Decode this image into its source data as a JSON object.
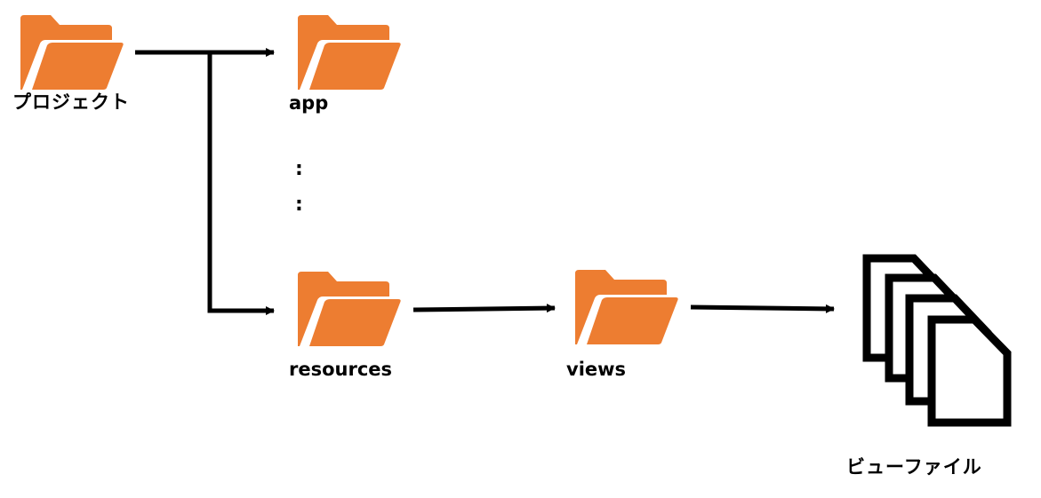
{
  "colors": {
    "folder": "#ED7D31",
    "line": "#000000",
    "background": "#FFFFFF"
  },
  "nodes": {
    "project": {
      "label": "プロジェクト",
      "icon": "folder-icon"
    },
    "app": {
      "label": "app",
      "icon": "folder-icon"
    },
    "ellipsis": {
      "label_1": ":",
      "label_2": ":"
    },
    "resources": {
      "label": "resources",
      "icon": "folder-icon"
    },
    "views": {
      "label": "views",
      "icon": "folder-icon"
    },
    "view_files": {
      "label": "ビューファイル",
      "icon": "document-stack-icon"
    }
  }
}
